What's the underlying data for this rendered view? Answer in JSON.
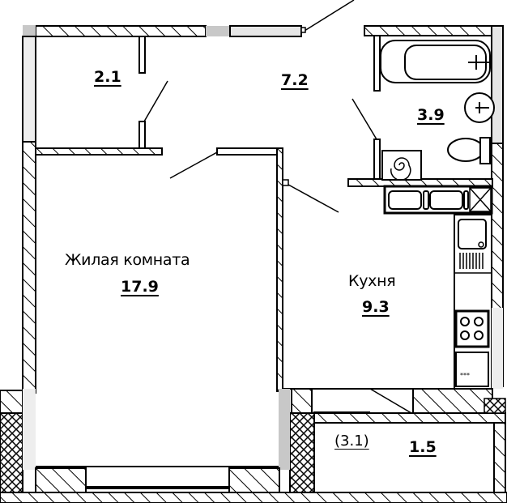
{
  "plan": {
    "type": "apartment-floor-plan",
    "rooms": [
      {
        "id": "storage",
        "name": "",
        "area": "2.1"
      },
      {
        "id": "hallway",
        "name": "",
        "area": "7.2"
      },
      {
        "id": "bathroom",
        "name": "",
        "area": "3.9"
      },
      {
        "id": "living-room",
        "name": "Жилая комната",
        "area": "17.9"
      },
      {
        "id": "kitchen",
        "name": "Кухня",
        "area": "9.3"
      },
      {
        "id": "balcony",
        "name": "",
        "area": "1.5",
        "area_full": "(3.1)"
      }
    ],
    "colors": {
      "wall_line": "#000000",
      "window_fill": "#e6e6e6",
      "window_dark": "#c8c8c8",
      "background": "#ffffff"
    }
  }
}
